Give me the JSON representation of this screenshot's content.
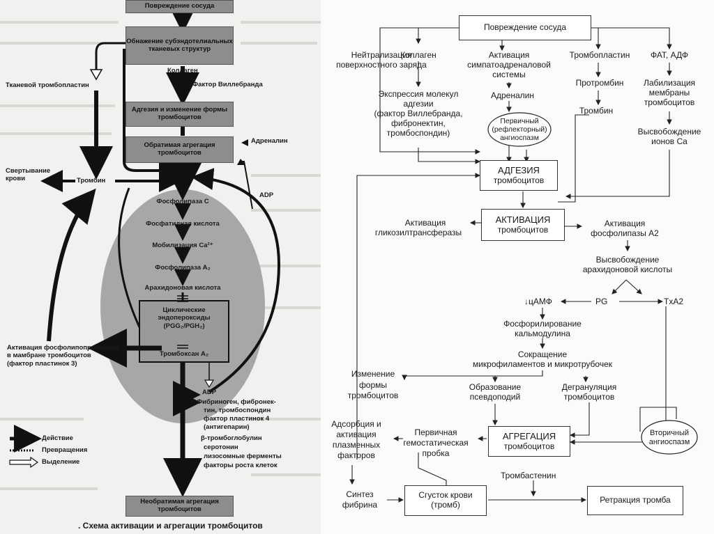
{
  "left": {
    "box_top": "Повреждение сосуда",
    "box_exposure": "Обнажение субэндотелиальных тканевых структур",
    "collagen": "Коллаген",
    "tissue_thromboplastin": "Тканевой тромбопластин",
    "von_willebrand": "Фактор Виллебранда",
    "box_adhesion": "Адгезия и изменение формы тромбоцитов",
    "box_reversible": "Обратимая агрегация тромбоцитов",
    "adrenaline": "Адреналин",
    "coagulation": "Свертывание крови",
    "thrombin": "Тромбин",
    "adp_top": "ADP",
    "cascade": [
      "Фосфолипаза С",
      "Фосфатидная кислота",
      "Мобилизация Ca²⁺",
      "Фосфолипаза A₂",
      "Арахидоновая кислота"
    ],
    "endoperoxides": "Циклические эндопероксиды (PGG₂/PGH₂)",
    "thromboxane": "Тромбоксан A₂",
    "phospholipoprotein": "Активация фосфолипопротеинов в мамбране тромбоцитов (фактор пластинок 3)",
    "adp_bottom": "ADP",
    "released": [
      "Фибриноген, фибронек-",
      "тин, тромбоспондин",
      "фактор пластинок 4",
      "(антигепарин)",
      "β-тромбоглобулин",
      "серотонин",
      "лизосомные ферменты",
      "факторы роста клеток"
    ],
    "box_irreversible": "Необратимая агрегация тромбоцитов",
    "legend": {
      "action": "Действие",
      "transform": "Превращения",
      "release": "Выделение"
    },
    "caption": ". Схема активации и агрегации тромбоцитов"
  },
  "right": {
    "vessel_damage": "Повреждение сосуда",
    "neutralization": [
      "Нейтрализация",
      "поверхностного заряда"
    ],
    "collagen": "Коллаген",
    "sympathoadrenal": [
      "Активация",
      "симпатоадреналовой",
      "системы"
    ],
    "thromboplastin": "Тромбопластин",
    "fat_adp": "ФАТ, АДФ",
    "adhesion_molecules": [
      "Экспрессия молекул",
      "адгезии",
      "(фактор Виллебранда,",
      "фибронектин,",
      "тромбоспондин)"
    ],
    "adrenaline": "Адреналин",
    "prothrombin": "Протромбин",
    "labilization": [
      "Лабилизация",
      "мембраны",
      "тромбоцитов"
    ],
    "primary_spasm": [
      "Первичный",
      "(рефлекторный)",
      "ангиоспазм"
    ],
    "thrombin": "Тромбин",
    "ca_release": [
      "Высвобождение",
      "ионов Ca"
    ],
    "adhesion": [
      "АДГЕЗИЯ",
      "тромбоцитов"
    ],
    "glycosyl": [
      "Активация",
      "гликозилтрансферазы"
    ],
    "activation": [
      "АКТИВАЦИЯ",
      "тромбоцитов"
    ],
    "pla2": [
      "Активация",
      "фосфолипазы А2"
    ],
    "arachidonic": [
      "Высвобождение",
      "арахидоновой кислоты"
    ],
    "camp": "↓цАМФ",
    "pg": "PG",
    "txa2": "TxA2",
    "phosphorylation": [
      "Фосфорилирование",
      "кальмодулина"
    ],
    "contraction": [
      "Сокращение",
      "микрофиламентов и микротрубочек"
    ],
    "shape_change": [
      "Изменение",
      "формы",
      "тромбоцитов"
    ],
    "pseudopodia": [
      "Образование",
      "псевдоподий"
    ],
    "degranulation": [
      "Дегрануляция",
      "тромбоцитов"
    ],
    "adsorption": [
      "Адсорбция и",
      "активация",
      "плазменных",
      "факторов"
    ],
    "primary_plug": [
      "Первичная",
      "гемостатическая",
      "пробка"
    ],
    "aggregation": [
      "АГРЕГАЦИЯ",
      "тромбоцитов"
    ],
    "secondary_spasm": [
      "Вторичный",
      "ангиоспазм"
    ],
    "thrombostenin": "Тромбастенин",
    "fibrin": [
      "Синтез",
      "фибрина"
    ],
    "clot": [
      "Сгусток крови",
      "(тромб)"
    ],
    "retraction": "Ретракция тромба"
  }
}
